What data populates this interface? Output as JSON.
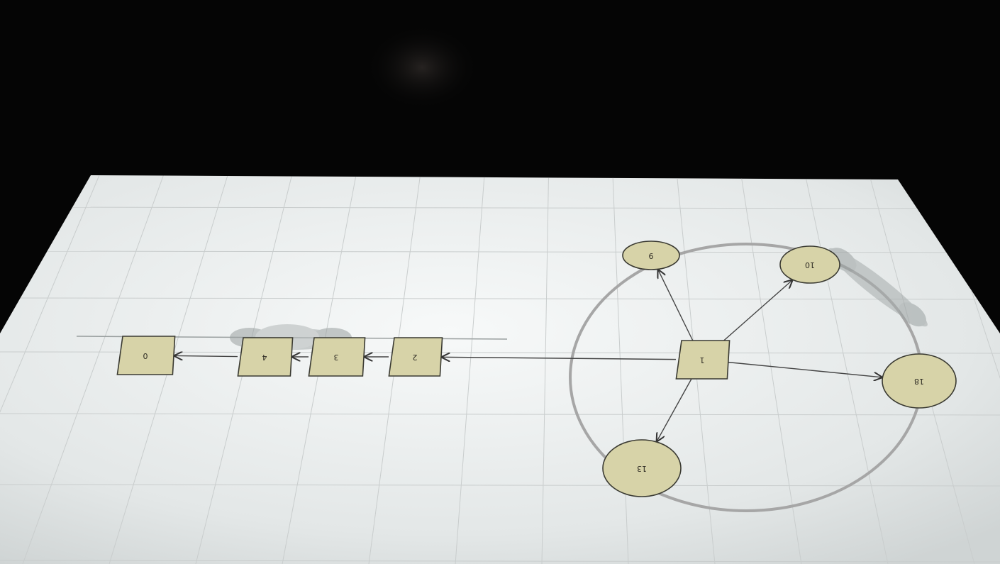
{
  "scene": {
    "description_free": true,
    "colors": {
      "background_dark": "#050505",
      "table_surface": "#e9ecec",
      "grid_line": "#c9cdcd",
      "grid_dot": "#8a8e8e",
      "node_fill": "#d7d3a8",
      "node_stroke": "#3a3a32",
      "edge": "#444444",
      "ring": "#9a9a9a",
      "touch_blob": "#8f9696"
    }
  },
  "graph": {
    "nodes": [
      {
        "id": "n1",
        "label": "1",
        "shape": "square"
      },
      {
        "id": "n2",
        "label": "2",
        "shape": "square"
      },
      {
        "id": "n3",
        "label": "3",
        "shape": "square"
      },
      {
        "id": "n4",
        "label": "4",
        "shape": "square"
      },
      {
        "id": "n0",
        "label": "0",
        "shape": "square"
      },
      {
        "id": "n9",
        "label": "9",
        "shape": "circle"
      },
      {
        "id": "n10",
        "label": "10",
        "shape": "circle"
      },
      {
        "id": "n13",
        "label": "13",
        "shape": "circle"
      },
      {
        "id": "n18",
        "label": "18",
        "shape": "circle"
      }
    ],
    "edges": [
      {
        "from": "n1",
        "to": "n2"
      },
      {
        "from": "n2",
        "to": "n3"
      },
      {
        "from": "n3",
        "to": "n4"
      },
      {
        "from": "n4",
        "to": "n0"
      },
      {
        "from": "n1",
        "to": "n9"
      },
      {
        "from": "n1",
        "to": "n10"
      },
      {
        "from": "n1",
        "to": "n18"
      },
      {
        "from": "n1",
        "to": "n13"
      }
    ]
  }
}
